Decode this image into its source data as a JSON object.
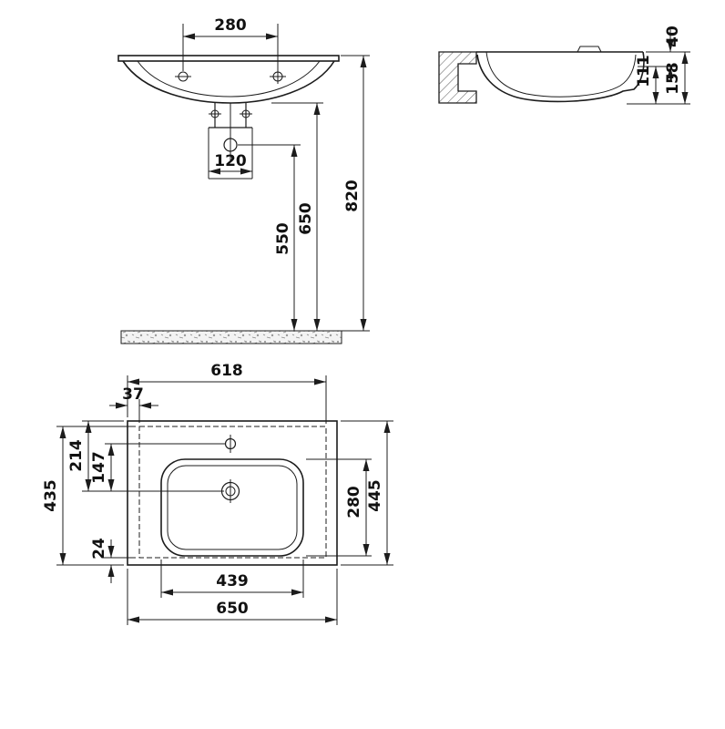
{
  "colors": {
    "ink": "#1c1c1c",
    "paper": "#ffffff",
    "texture": "#8a8a8a"
  },
  "views": {
    "front": {
      "label": "front-elevation",
      "dims": {
        "d280": "280",
        "d120": "120",
        "d550": "550",
        "d650": "650",
        "d820": "820"
      }
    },
    "side": {
      "label": "side-section",
      "dims": {
        "d40": "40",
        "d111": "111",
        "d158": "158"
      }
    },
    "plan": {
      "label": "top-plan",
      "dims": {
        "d618": "618",
        "d37": "37",
        "d214": "214",
        "d147": "147",
        "d435": "435",
        "d24": "24",
        "d439": "439",
        "d650": "650",
        "d280": "280",
        "d445": "445"
      }
    }
  }
}
